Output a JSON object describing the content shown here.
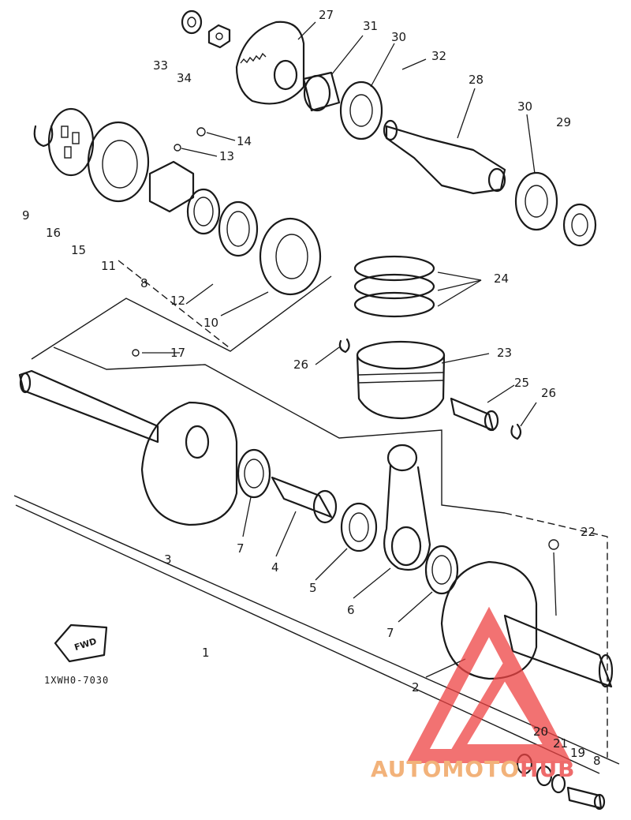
{
  "diagram": {
    "callouts": [
      {
        "id": "27",
        "text": "27"
      },
      {
        "id": "31",
        "text": "31"
      },
      {
        "id": "30a",
        "text": "30"
      },
      {
        "id": "32",
        "text": "32"
      },
      {
        "id": "33",
        "text": "33"
      },
      {
        "id": "34",
        "text": "34"
      },
      {
        "id": "28",
        "text": "28"
      },
      {
        "id": "30b",
        "text": "30"
      },
      {
        "id": "29",
        "text": "29"
      },
      {
        "id": "14",
        "text": "14"
      },
      {
        "id": "13",
        "text": "13"
      },
      {
        "id": "9",
        "text": "9"
      },
      {
        "id": "16",
        "text": "16"
      },
      {
        "id": "15",
        "text": "15"
      },
      {
        "id": "11",
        "text": "11"
      },
      {
        "id": "8a",
        "text": "8"
      },
      {
        "id": "12",
        "text": "12"
      },
      {
        "id": "10",
        "text": "10"
      },
      {
        "id": "24",
        "text": "24"
      },
      {
        "id": "17",
        "text": "17"
      },
      {
        "id": "26a",
        "text": "26"
      },
      {
        "id": "23",
        "text": "23"
      },
      {
        "id": "25",
        "text": "25"
      },
      {
        "id": "26b",
        "text": "26"
      },
      {
        "id": "22",
        "text": "22"
      },
      {
        "id": "3",
        "text": "3"
      },
      {
        "id": "7a",
        "text": "7"
      },
      {
        "id": "4",
        "text": "4"
      },
      {
        "id": "5",
        "text": "5"
      },
      {
        "id": "6",
        "text": "6"
      },
      {
        "id": "7b",
        "text": "7"
      },
      {
        "id": "1",
        "text": "1"
      },
      {
        "id": "2",
        "text": "2"
      },
      {
        "id": "20",
        "text": "20"
      },
      {
        "id": "21",
        "text": "21"
      },
      {
        "id": "19",
        "text": "19"
      },
      {
        "id": "8b",
        "text": "8"
      }
    ],
    "drawing_code": "1XWH0-7030",
    "fwd_mark": "FWD"
  },
  "watermark": {
    "part1": "AUTOMOTO",
    "part2": "HUB",
    "color_part1": "#f2b27a",
    "color_part2": "#ee6b6b",
    "logo_color": "#ee4444"
  }
}
